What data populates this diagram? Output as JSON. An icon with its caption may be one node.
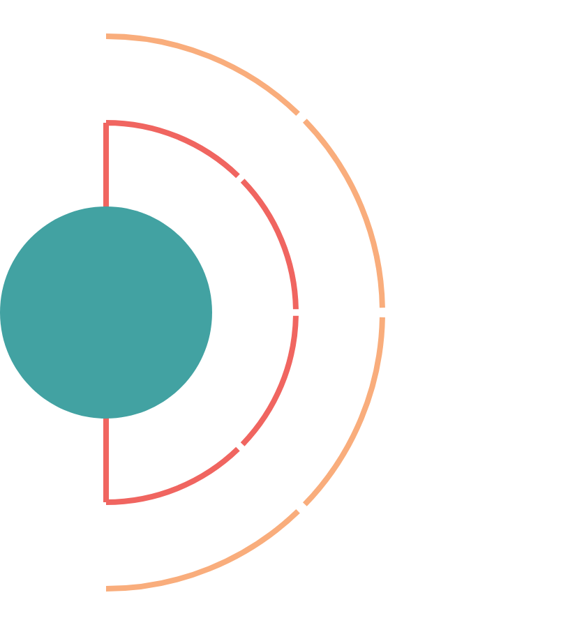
{
  "diagram": {
    "nodes": [
      {
        "text": [],
        "shape": "circle"
      },
      {
        "text": [],
        "shape": "arc"
      },
      {
        "text": [],
        "shape": "semicircle",
        "in": 1
      }
    ]
  }
}
